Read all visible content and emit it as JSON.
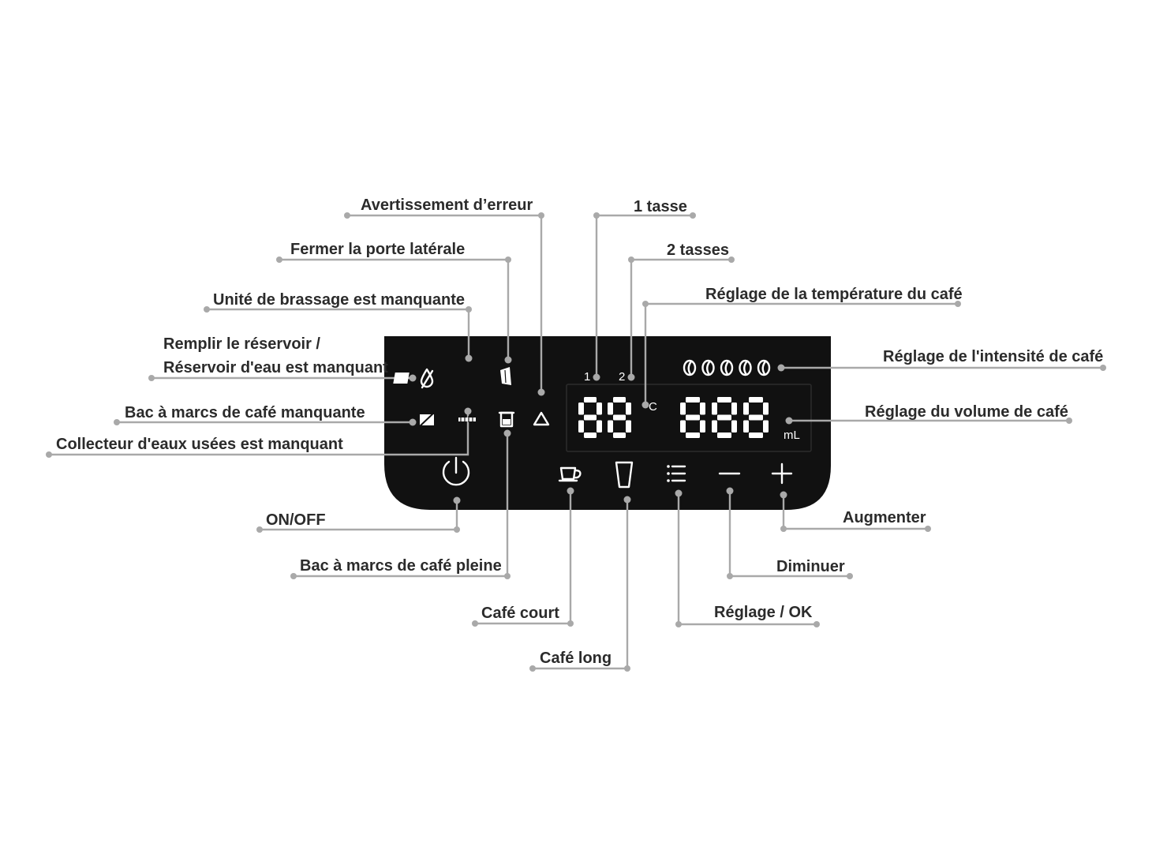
{
  "labels": {
    "error_warning": "Avertissement d’erreur",
    "close_side_door": "Fermer la porte latérale",
    "brew_unit_missing": "Unité de brassage est manquante",
    "fill_tank_line1": "Remplir le réservoir /",
    "fill_tank_line2": "Réservoir d'eau est manquant",
    "grounds_bin_missing": "Bac à marcs de café manquante",
    "drip_tray_missing": "Collecteur d'eaux usées est manquant",
    "on_off": "ON/OFF",
    "grounds_bin_full": "Bac à marcs de café pleine",
    "short_coffee": "Café court",
    "long_coffee": "Café long",
    "settings_ok": "Réglage / OK",
    "decrease": "Diminuer",
    "increase": "Augmenter",
    "one_cup": "1 tasse",
    "two_cups": "2 tasses",
    "temperature_setting": "Réglage de la température du café",
    "intensity_setting": "Réglage de l'intensité de café",
    "volume_setting": "Réglage du volume de café"
  },
  "panel": {
    "cup1_marker": "1",
    "cup2_marker": "2",
    "temperature_digits": "88",
    "temperature_unit": "C",
    "volume_digits": "888",
    "volume_unit": "mL",
    "intensity_levels": 5
  },
  "colors": {
    "panel": "#111111",
    "leader_lines": "#a9a9a9",
    "label_text": "#2b2b2b",
    "panel_glyphs": "#ffffff"
  }
}
